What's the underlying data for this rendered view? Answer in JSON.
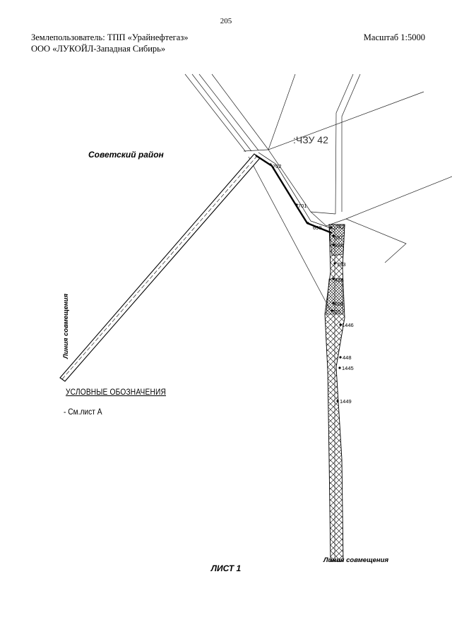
{
  "page_number": "205",
  "header": {
    "land_user_line1": "Землепользователь: ТПП «Урайнефтегаз»",
    "land_user_line2": "ООО «ЛУКОЙЛ-Западная Сибирь»",
    "scale": "Масштаб 1:5000"
  },
  "map": {
    "district_label": "Советский район",
    "parcel_label": ":ЧЗУ 42",
    "junction_line_left": "Линия совмещения",
    "junction_line_bottom": "Линия совмещения",
    "point_labels": [
      "702",
      "701",
      "699",
      "742",
      "697",
      "694",
      "733",
      "426",
      "428",
      "725",
      "1446",
      "448",
      "1445",
      "1449"
    ]
  },
  "legend": {
    "title": "УСЛОВНЫЕ ОБОЗНАЧЕНИЯ",
    "item": "- См.лист А"
  },
  "sheet_label": "ЛИСТ 1"
}
